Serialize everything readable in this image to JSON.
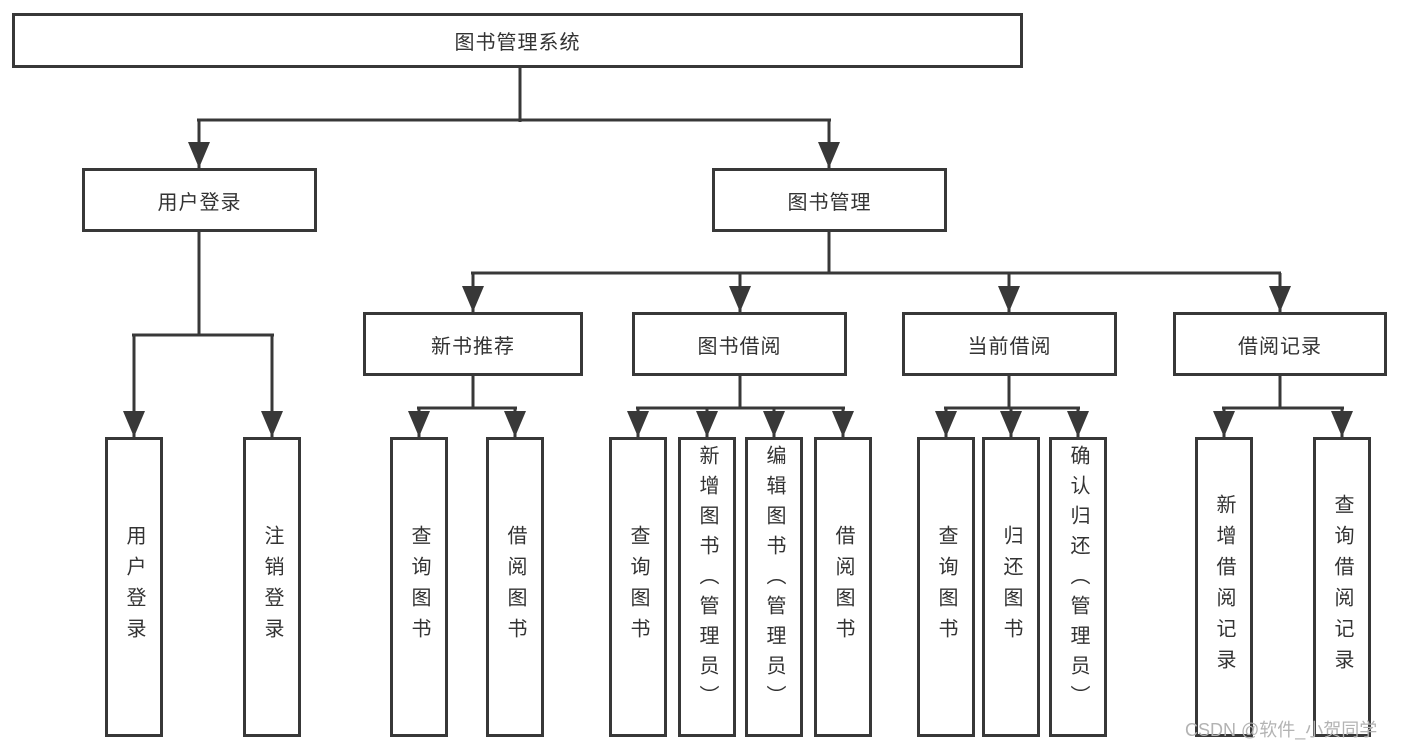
{
  "root": {
    "label": "图书管理系统"
  },
  "branches": [
    {
      "label": "用户登录",
      "leaves": [
        {
          "label": "用户登录"
        },
        {
          "label": "注销登录"
        }
      ]
    },
    {
      "label": "图书管理",
      "sections": [
        {
          "label": "新书推荐",
          "leaves": [
            {
              "label": "查询图书"
            },
            {
              "label": "借阅图书"
            }
          ]
        },
        {
          "label": "图书借阅",
          "leaves": [
            {
              "label": "查询图书"
            },
            {
              "label": "新增图书（管理员）"
            },
            {
              "label": "编辑图书（管理员）"
            },
            {
              "label": "借阅图书"
            }
          ]
        },
        {
          "label": "当前借阅",
          "leaves": [
            {
              "label": "查询图书"
            },
            {
              "label": "归还图书"
            },
            {
              "label": "确认归还（管理员）"
            }
          ]
        },
        {
          "label": "借阅记录",
          "leaves": [
            {
              "label": "新增借阅记录"
            },
            {
              "label": "查询借阅记录"
            }
          ]
        }
      ]
    }
  ],
  "watermark": "CSDN @软件_小贺同学",
  "colors": {
    "line": "#383838",
    "text": "#333333",
    "watermark": "#b3b3b3",
    "background": "#ffffff"
  }
}
